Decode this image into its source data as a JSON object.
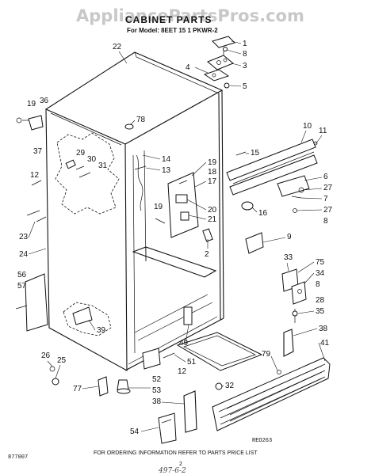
{
  "header": {
    "watermark": "AppliancePartsPros.com",
    "title": "CABINET PARTS",
    "model_line": "For Model: 8EET 15 1 PKWR-2"
  },
  "footer": {
    "ordering_note": "FOR ORDERING INFORMATION REFER TO PARTS PRICE LIST",
    "page_number": "2",
    "doc_code": "877007",
    "drawing_code": "REO263",
    "handwritten_note": "497-6-2"
  },
  "callouts": [
    "1",
    "8",
    "3",
    "4",
    "5",
    "22",
    "19",
    "36",
    "78",
    "37",
    "14",
    "13",
    "29",
    "30",
    "31",
    "15",
    "10",
    "11",
    "19",
    "18",
    "17",
    "12",
    "6",
    "27",
    "7",
    "27",
    "8",
    "16",
    "19",
    "20",
    "21",
    "23",
    "24",
    "2",
    "9",
    "33",
    "75",
    "34",
    "8",
    "56",
    "57",
    "28",
    "35",
    "39",
    "38",
    "49",
    "41",
    "79",
    "26",
    "25",
    "51",
    "12",
    "32",
    "77",
    "52",
    "53",
    "38",
    "54"
  ]
}
